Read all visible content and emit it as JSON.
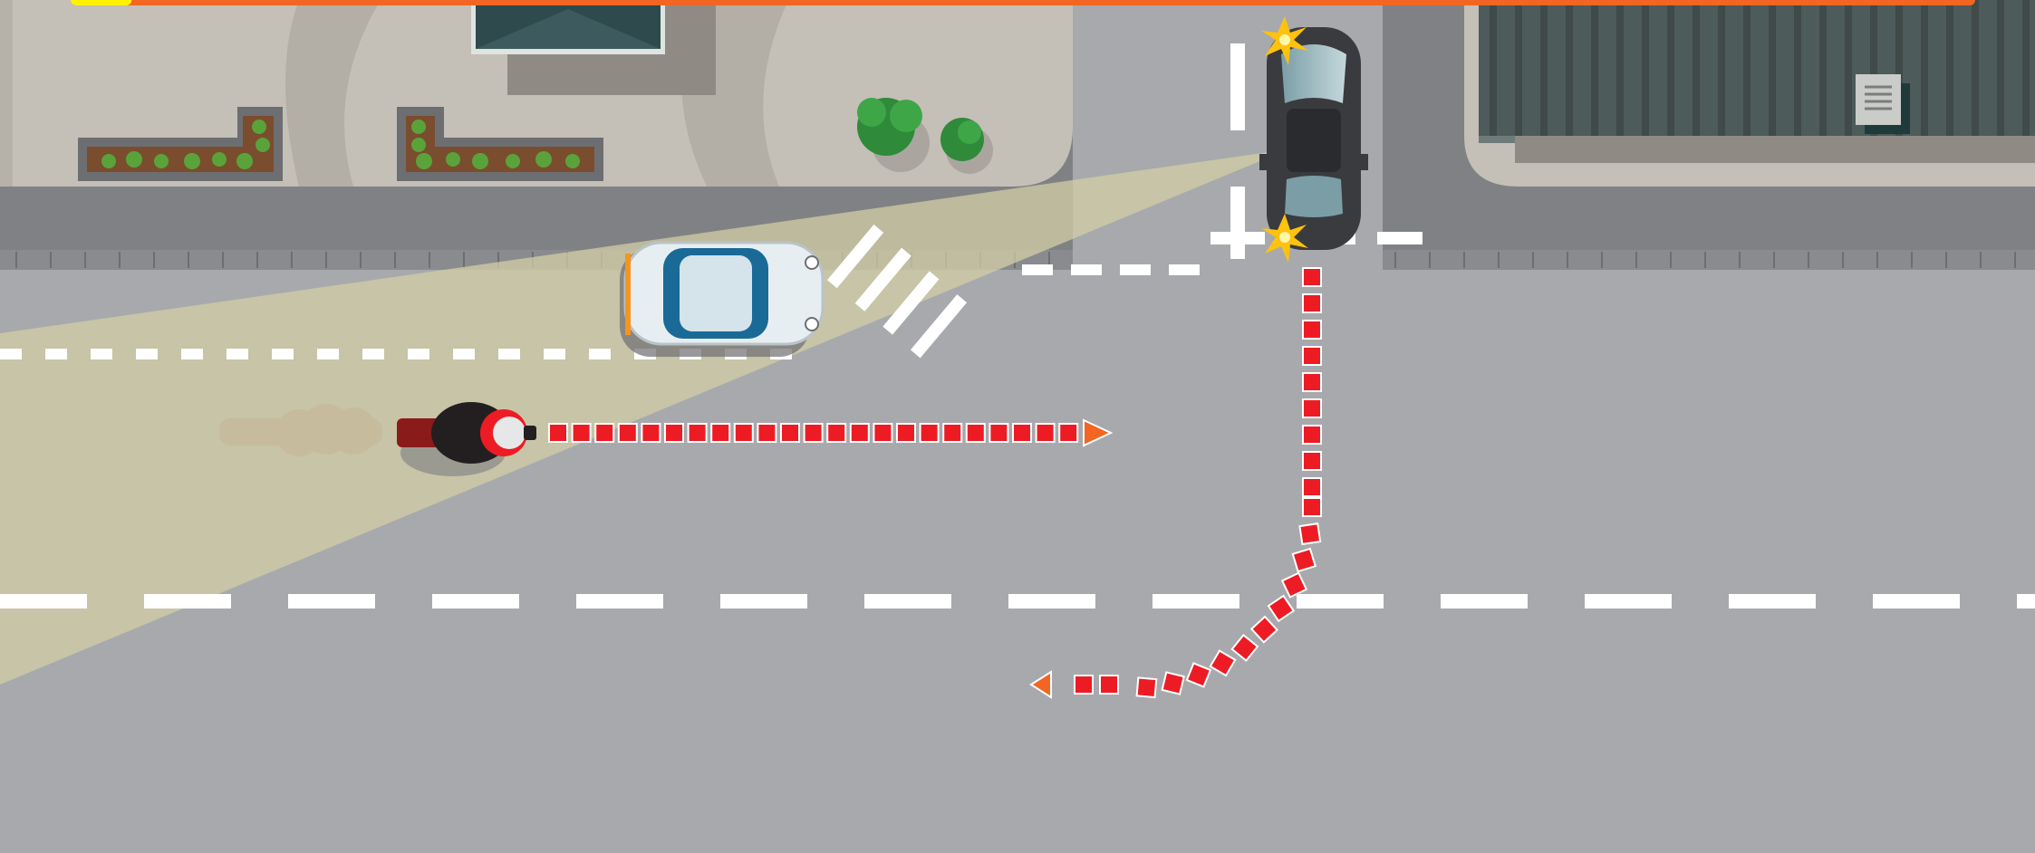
{
  "scene": {
    "kind": "road-safety-intersection",
    "colors": {
      "road": "#a7a9ad",
      "sidewalk": "#c4bfb7",
      "curb": "#808184",
      "path_arrow": "#ed1c24",
      "path_arrow_tip": "#f26522",
      "progress_bar": "#ed1c24",
      "progress_fill": "#fff200",
      "headlight_beam": "#d2cda6",
      "white_car_accent": "#1a6a98",
      "dark_car": "#3a3b3e"
    },
    "progress": {
      "fraction": 0.032
    },
    "vehicles": [
      {
        "type": "motorcycle",
        "heading": "east",
        "rider_helmet": "red"
      },
      {
        "type": "parked-car",
        "color": "white-blue",
        "heading": "east"
      },
      {
        "type": "car",
        "color": "dark-grey",
        "heading": "south",
        "hazard_lights": "flashing"
      }
    ],
    "paths": [
      {
        "vehicle": "motorcycle",
        "movement": "straight"
      },
      {
        "vehicle": "car",
        "movement": "right-turn"
      }
    ],
    "icons": [
      "flash-star-icon",
      "air-vent-icon",
      "planter-icon",
      "shrub-icon"
    ]
  }
}
